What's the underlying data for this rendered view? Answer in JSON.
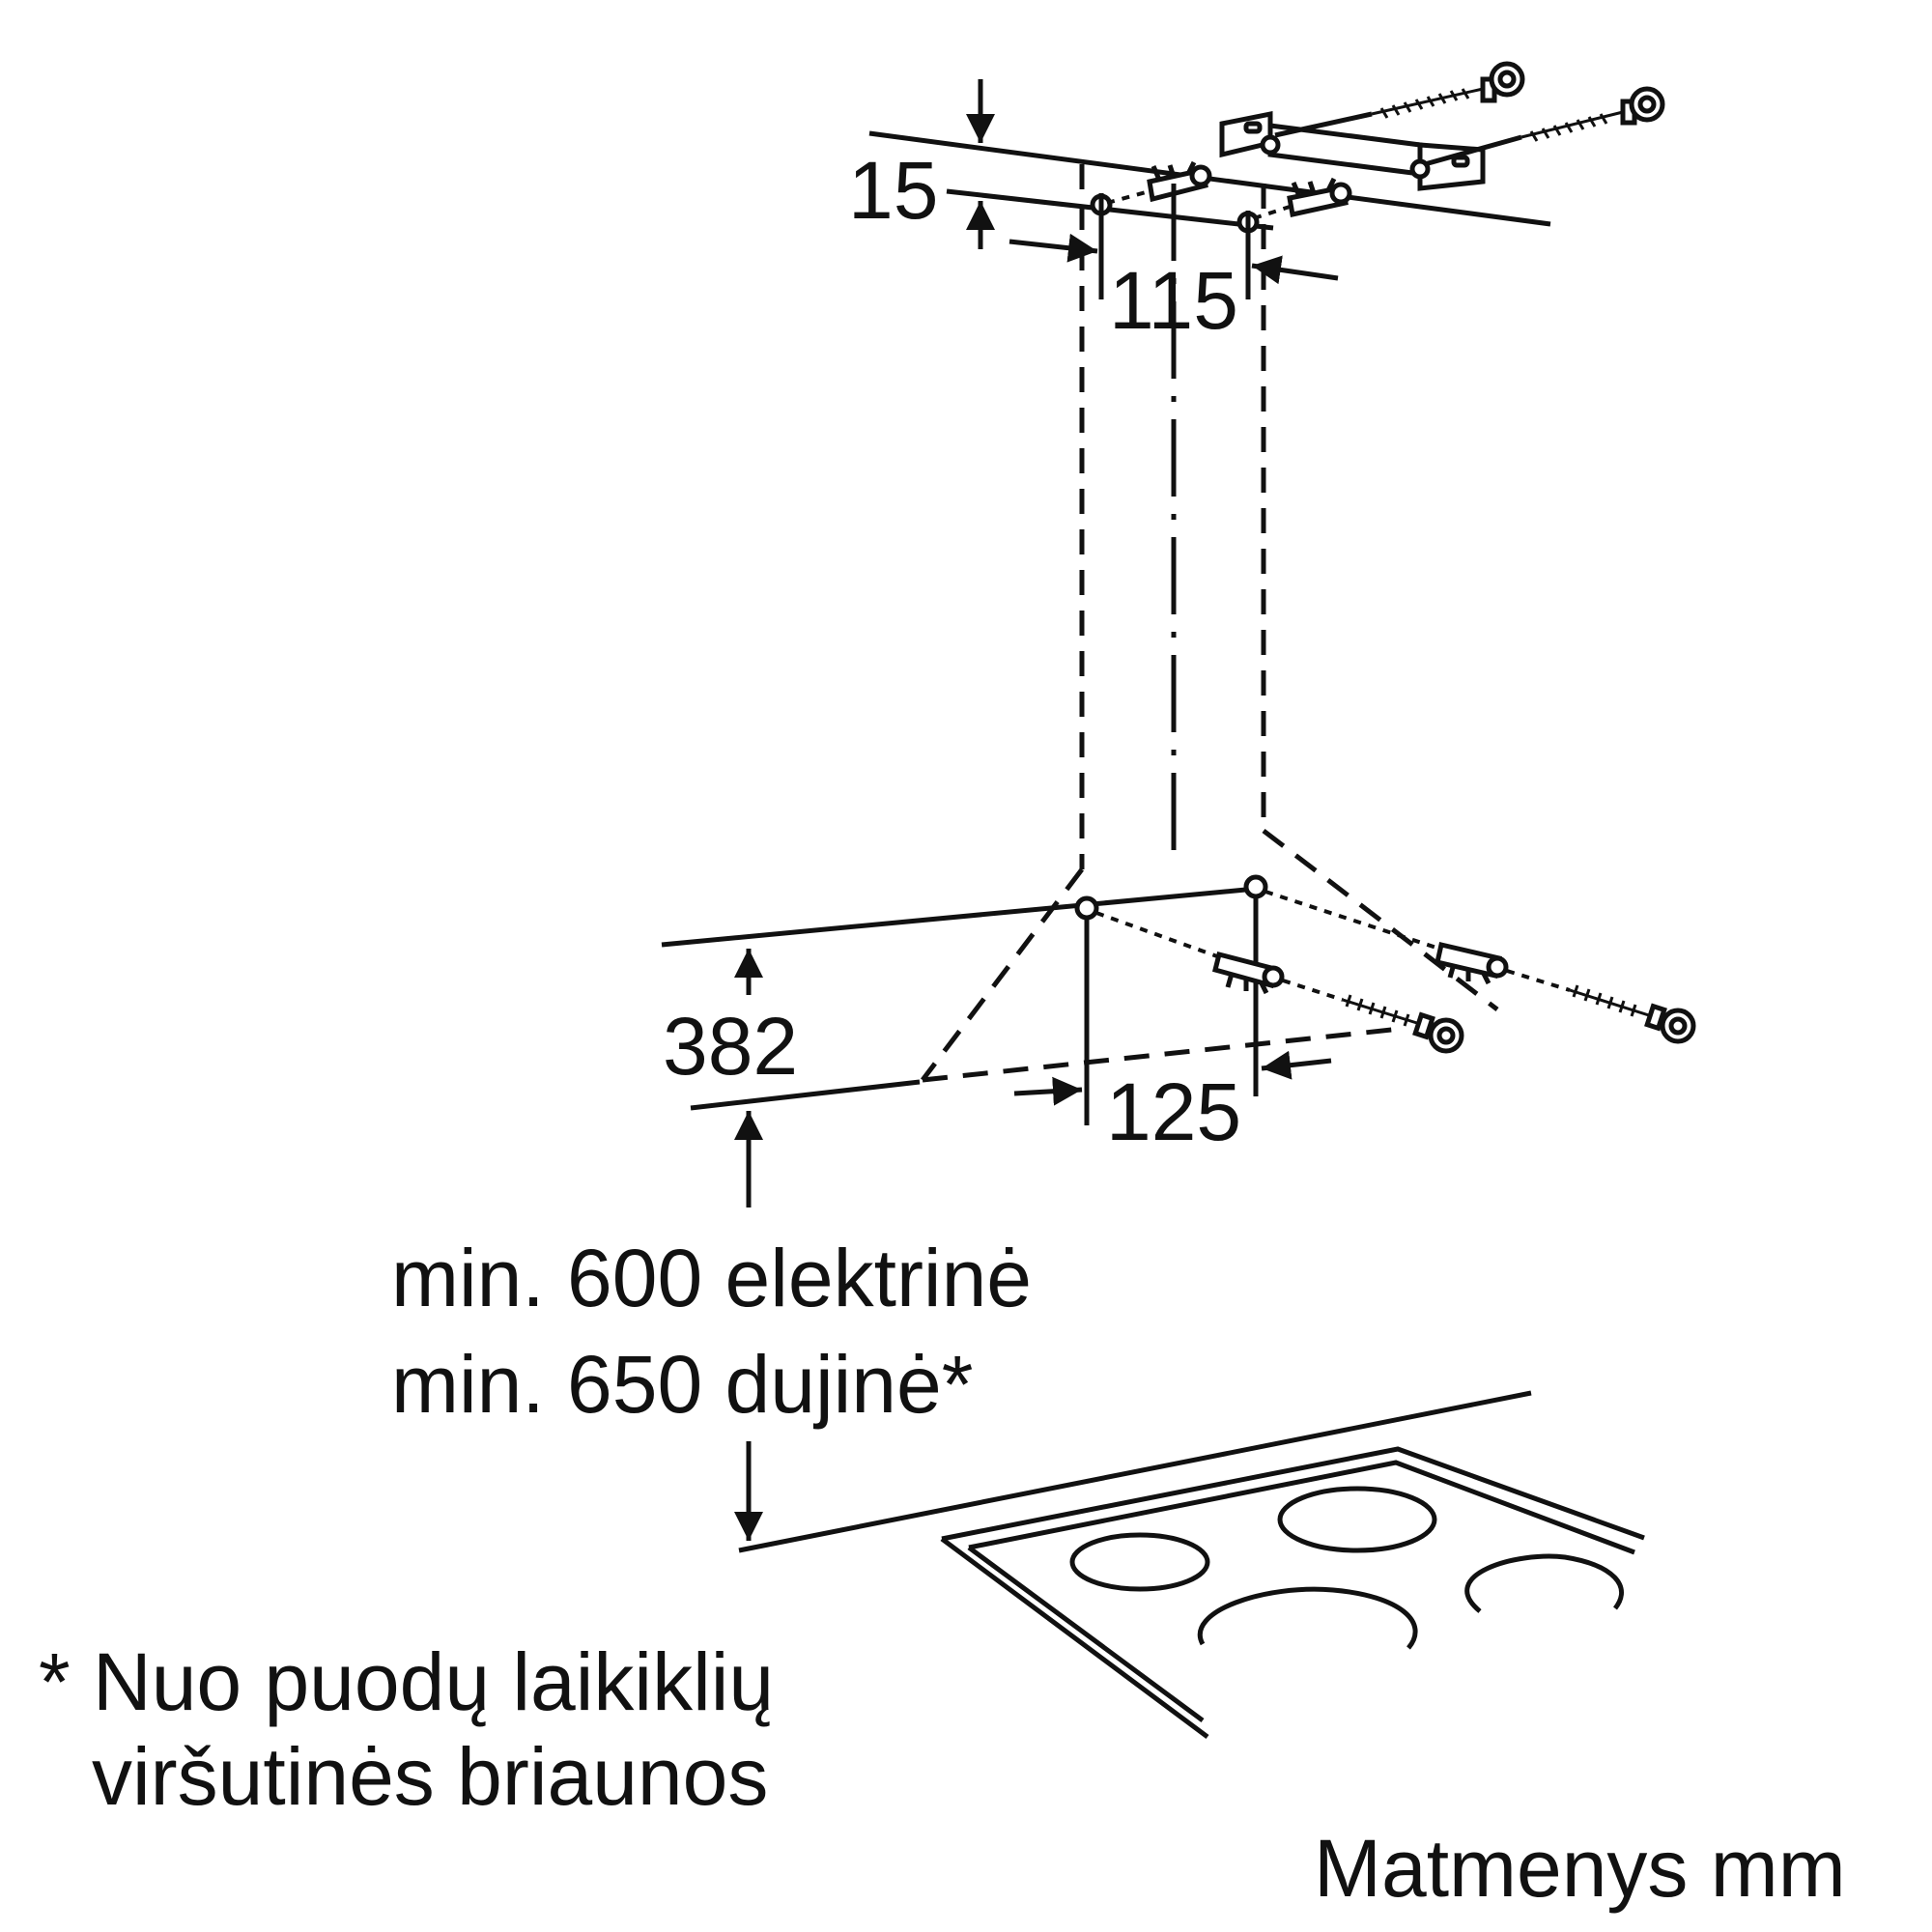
{
  "dimensions": {
    "top_offset": "15",
    "top_spacing": "115",
    "bottom_offset": "382",
    "bottom_spacing": "125"
  },
  "clearance": {
    "electric": "min. 600 elektrinė",
    "gas": "min. 650 dujinė*"
  },
  "footnote": {
    "line1": "* Nuo puodų laikiklių",
    "line2": "viršutinės briaunos"
  },
  "units_note": "Matmenys mm",
  "line_color": "#111111"
}
